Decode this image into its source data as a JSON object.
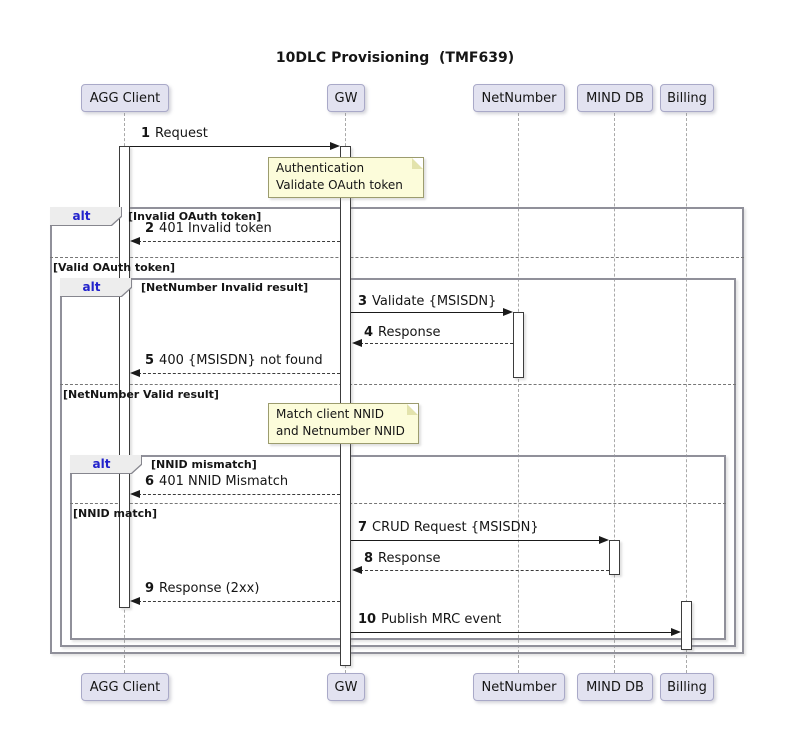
{
  "title": "10DLC Provisioning  (TMF639)",
  "participants": [
    {
      "name": "AGG Client"
    },
    {
      "name": "GW"
    },
    {
      "name": "NetNumber"
    },
    {
      "name": "MIND DB"
    },
    {
      "name": "Billing"
    }
  ],
  "frames": {
    "outer": {
      "keyword": "alt",
      "guard": "[Invalid OAuth token]",
      "else_label": "[Valid OAuth token]"
    },
    "netnum": {
      "keyword": "alt",
      "guard": "[NetNumber Invalid result]",
      "else_label": "[NetNumber Valid result]"
    },
    "nnid": {
      "keyword": "alt",
      "guard": "[NNID mismatch]",
      "else_label": "[NNID match]"
    }
  },
  "notes": [
    {
      "lines": [
        "Authentication",
        "Validate OAuth token"
      ]
    },
    {
      "lines": [
        "Match client NNID",
        "and Netnumber NNID"
      ]
    }
  ],
  "messages": [
    {
      "num": "1",
      "text": "Request"
    },
    {
      "num": "2",
      "text": "401 Invalid token"
    },
    {
      "num": "3",
      "text": "Validate {MSISDN}"
    },
    {
      "num": "4",
      "text": "Response"
    },
    {
      "num": "5",
      "text": "400 {MSISDN} not found"
    },
    {
      "num": "6",
      "text": "401 NNID Mismatch"
    },
    {
      "num": "7",
      "text": "CRUD Request {MSISDN}"
    },
    {
      "num": "8",
      "text": "Response"
    },
    {
      "num": "9",
      "text": "Response (2xx)"
    },
    {
      "num": "10",
      "text": "Publish MRC event"
    }
  ],
  "colors": {
    "participant_fill": "#E2E2F0",
    "note_fill": "#FCFCDA",
    "frame_border": "#90909A",
    "alt_keyword": "#2222CC",
    "arrow": "#1A1A1A"
  }
}
